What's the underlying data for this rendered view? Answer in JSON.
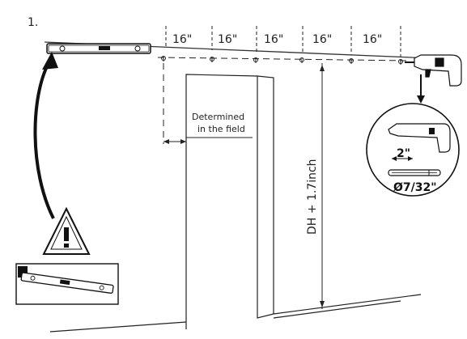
{
  "step": {
    "number": "1."
  },
  "spacing": {
    "labels": [
      "16\"",
      "16\"",
      "16\"",
      "16\"",
      "16\""
    ]
  },
  "annotation": {
    "line1": "Determined",
    "line2": "in the field"
  },
  "height_label": "DH + 1.7inch",
  "drill_detail": {
    "depth": "2\"",
    "diameter": "Ø7/32\""
  },
  "icons": [
    "level-icon",
    "drill-icon",
    "warning-icon",
    "door-panel-icon"
  ],
  "colors": {
    "ink": "#1a1a1a",
    "line": "#333333"
  }
}
